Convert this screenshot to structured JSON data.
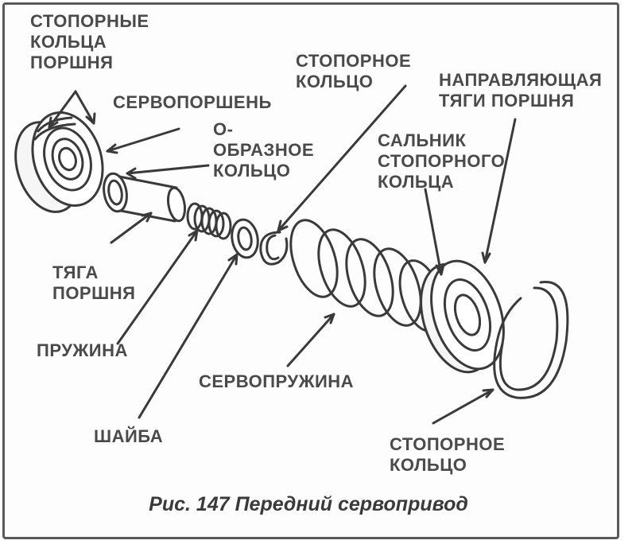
{
  "labels": {
    "piston_snap_rings": "СТОПОРНЫЕ\nКОЛЬЦА\nПОРШНЯ",
    "servo_piston": "СЕРВОПОРШЕНЬ",
    "o_ring": "О-\nОБРАЗНОЕ\nКОЛЬЦО",
    "snap_ring_top": "СТОПОРНОЕ\nКОЛЬЦО",
    "piston_rod_guide": "НАПРАВЛЯЮЩАЯ\nТЯГИ ПОРШНЯ",
    "snap_ring_seal": "САЛЬНИК\nСТОПОРНОГО\nКОЛЬЦА",
    "piston_rod": "ТЯГА\nПОРШНЯ",
    "spring": "ПРУЖИНА",
    "servo_spring": "СЕРВОПРУЖИНА",
    "washer": "ШАЙБА",
    "snap_ring_bottom": "СТОПОРНОЕ\nКОЛЬЦО"
  },
  "caption": "Рис. 147 Передний сервопривод"
}
